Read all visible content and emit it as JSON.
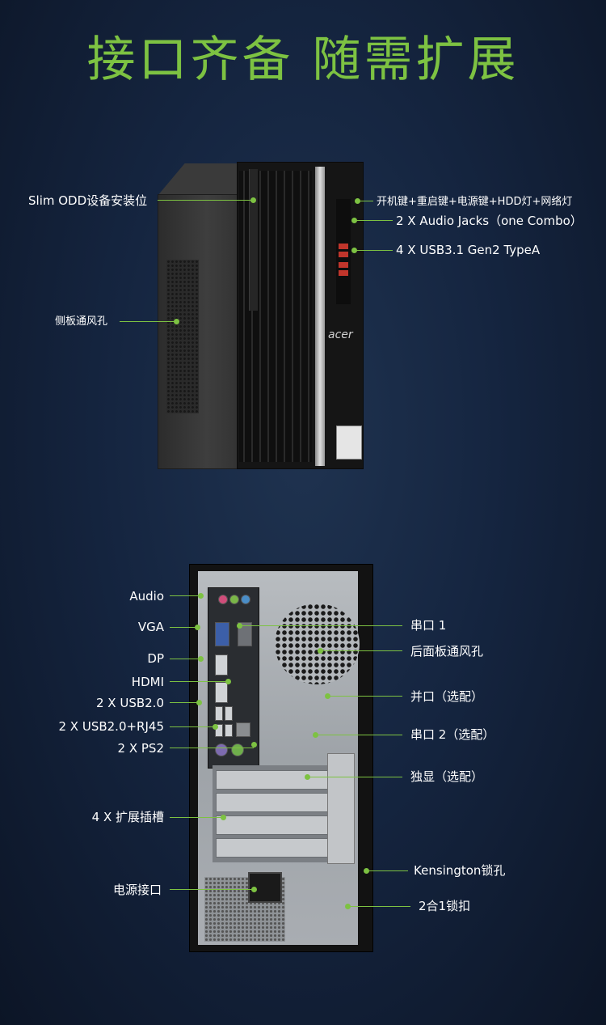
{
  "title": "接口齐备 随需扩展",
  "front_labels": {
    "slim_odd": "Slim ODD设备安装位",
    "side_vent": "侧板通风孔",
    "power_keys": "开机键+重启键+电源键+HDD灯+网络灯",
    "audio_jacks": "2 X Audio Jacks（one Combo）",
    "usb31": "4 X USB3.1 Gen2 TypeA"
  },
  "rear_labels": {
    "audio": "Audio",
    "vga": "VGA",
    "dp": "DP",
    "hdmi": "HDMI",
    "usb20": "2 X USB2.0",
    "usb20_rj45": "2 X USB2.0+RJ45",
    "ps2": "2 X PS2",
    "expansion": "4 X 扩展插槽",
    "power": "电源接口",
    "serial1": "串口 1",
    "rear_vent": "后面板通风孔",
    "parallel": "并口（选配）",
    "serial2": "串口 2（选配）",
    "gpu": "独显（选配）",
    "kensington": "Kensington锁孔",
    "lock": "2合1锁扣"
  },
  "device": {
    "brand_logo": "acer"
  },
  "colors": {
    "accent": "#7dc242",
    "background": "#152540"
  }
}
